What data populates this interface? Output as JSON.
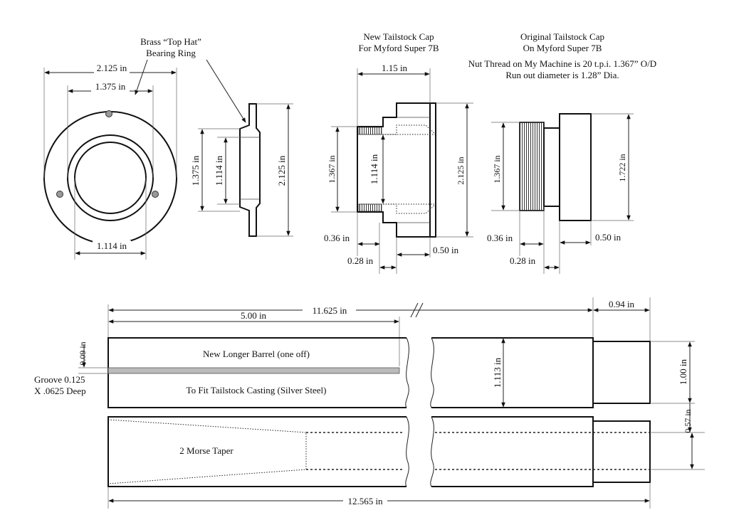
{
  "top_hat": {
    "title_line1": "Brass “Top Hat”",
    "title_line2": "Bearing Ring",
    "dim_od": "2.125 in",
    "dim_mid": "1.375 in",
    "dim_bore": "1.114 in",
    "side_dim_1375": "1.375 in",
    "side_dim_1114": "1.114 in",
    "side_dim_2125": "2.125 in"
  },
  "new_cap": {
    "title_line1": "New Tailstock Cap",
    "title_line2": "For Myford Super 7B",
    "dim_width": "1.15 in",
    "dim_thread": "1.367 in",
    "dim_bore": "1.114 in",
    "dim_od": "2.125 in",
    "dim_036": "0.36 in",
    "dim_028": "0.28 in",
    "dim_050": "0.50 in"
  },
  "orig_cap": {
    "title_line1": "Original Tailstock Cap",
    "title_line2": "On Myford Super 7B",
    "note_line1": "Nut Thread on My Machine is 20 t.p.i. 1.367” O/D",
    "note_line2": "Run out diameter is 1.28” Dia.",
    "dim_thread": "1.367 in",
    "dim_od": "1.722 in",
    "dim_036": "0.36 in",
    "dim_028": "0.28 in",
    "dim_050": "0.50 in"
  },
  "barrel": {
    "dim_total": "11.625 in",
    "dim_groove_len": "5.00 in",
    "dim_end": "0.94 in",
    "dim_groove_offset": "0.09 in",
    "groove_line1": "Groove 0.125",
    "groove_line2": "X .0625 Deep",
    "label_line1": "New Longer Barrel (one off)",
    "label_line2": "To Fit Tailstock Casting (Silver Steel)",
    "dim_dia": "1.113 in",
    "dim_end_dia": "1.00 in",
    "dim_bore": "0.57 in",
    "taper_label": "2 Morse Taper",
    "dim_overall": "12.565 in"
  }
}
